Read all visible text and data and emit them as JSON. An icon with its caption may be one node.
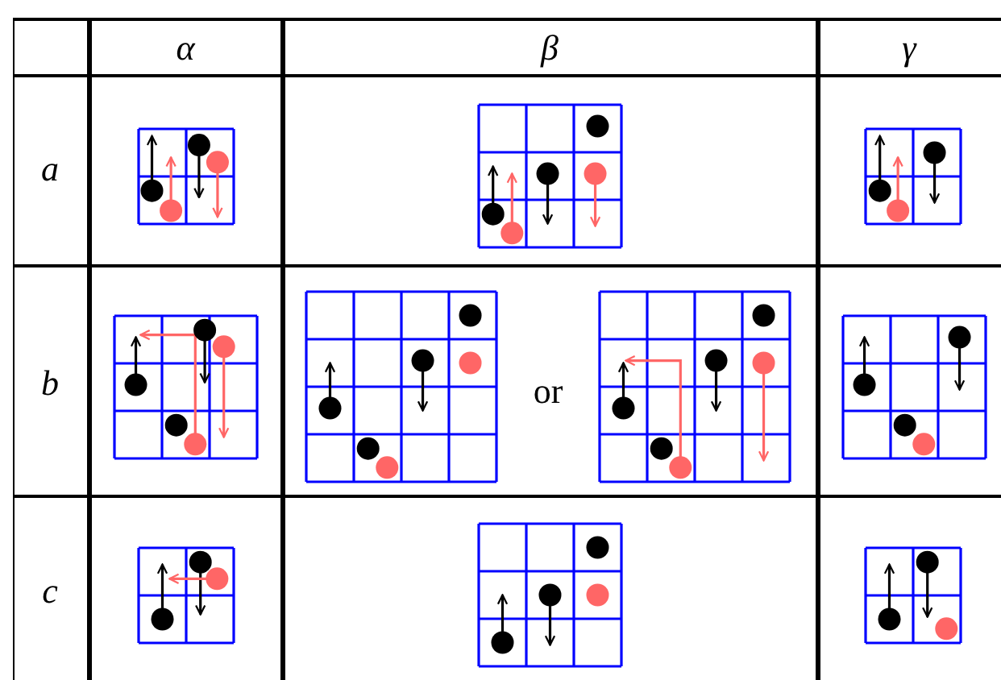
{
  "diagram": {
    "labels": [
      "α",
      "β",
      "γ",
      "a",
      "b",
      "c",
      "or"
    ]
  }
}
